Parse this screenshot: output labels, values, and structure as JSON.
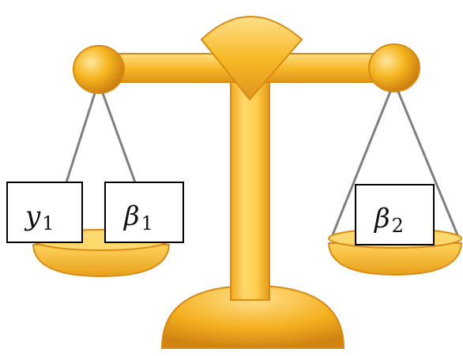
{
  "diagram": {
    "boxes": [
      {
        "symbol": "y",
        "subscript": "1"
      },
      {
        "symbol": "β",
        "subscript": "1"
      },
      {
        "symbol": "β",
        "subscript": "2"
      }
    ]
  },
  "colors": {
    "gold_light": "#ffd66b",
    "gold_mid": "#f5b51f",
    "gold_dark": "#d98a12",
    "string": "#7f7f7f",
    "box_border": "#000000",
    "box_fill": "#ffffff"
  }
}
